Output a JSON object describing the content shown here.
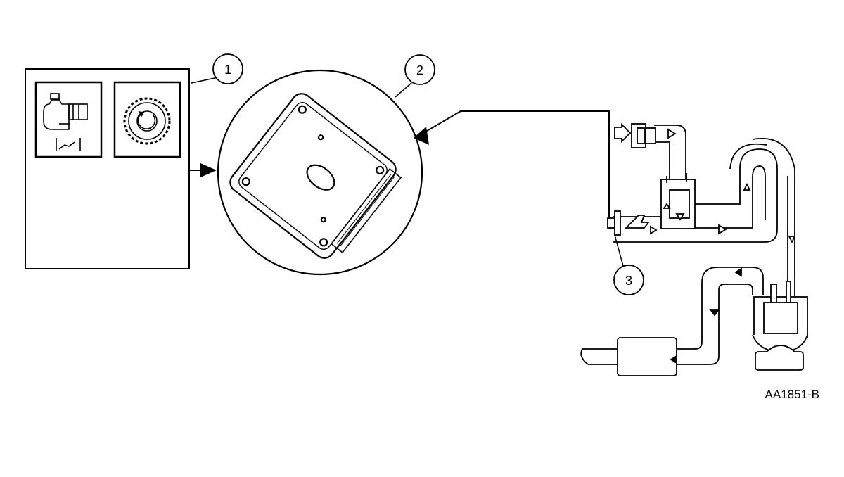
{
  "callouts": [
    {
      "id": "1",
      "label": "1"
    },
    {
      "id": "2",
      "label": "2"
    },
    {
      "id": "3",
      "label": "3"
    }
  ],
  "figure_id": "AA1851-B",
  "colors": {
    "line": "#000000",
    "background": "#ffffff",
    "fill_light": "#ffffff",
    "fill_dark": "#111111"
  }
}
